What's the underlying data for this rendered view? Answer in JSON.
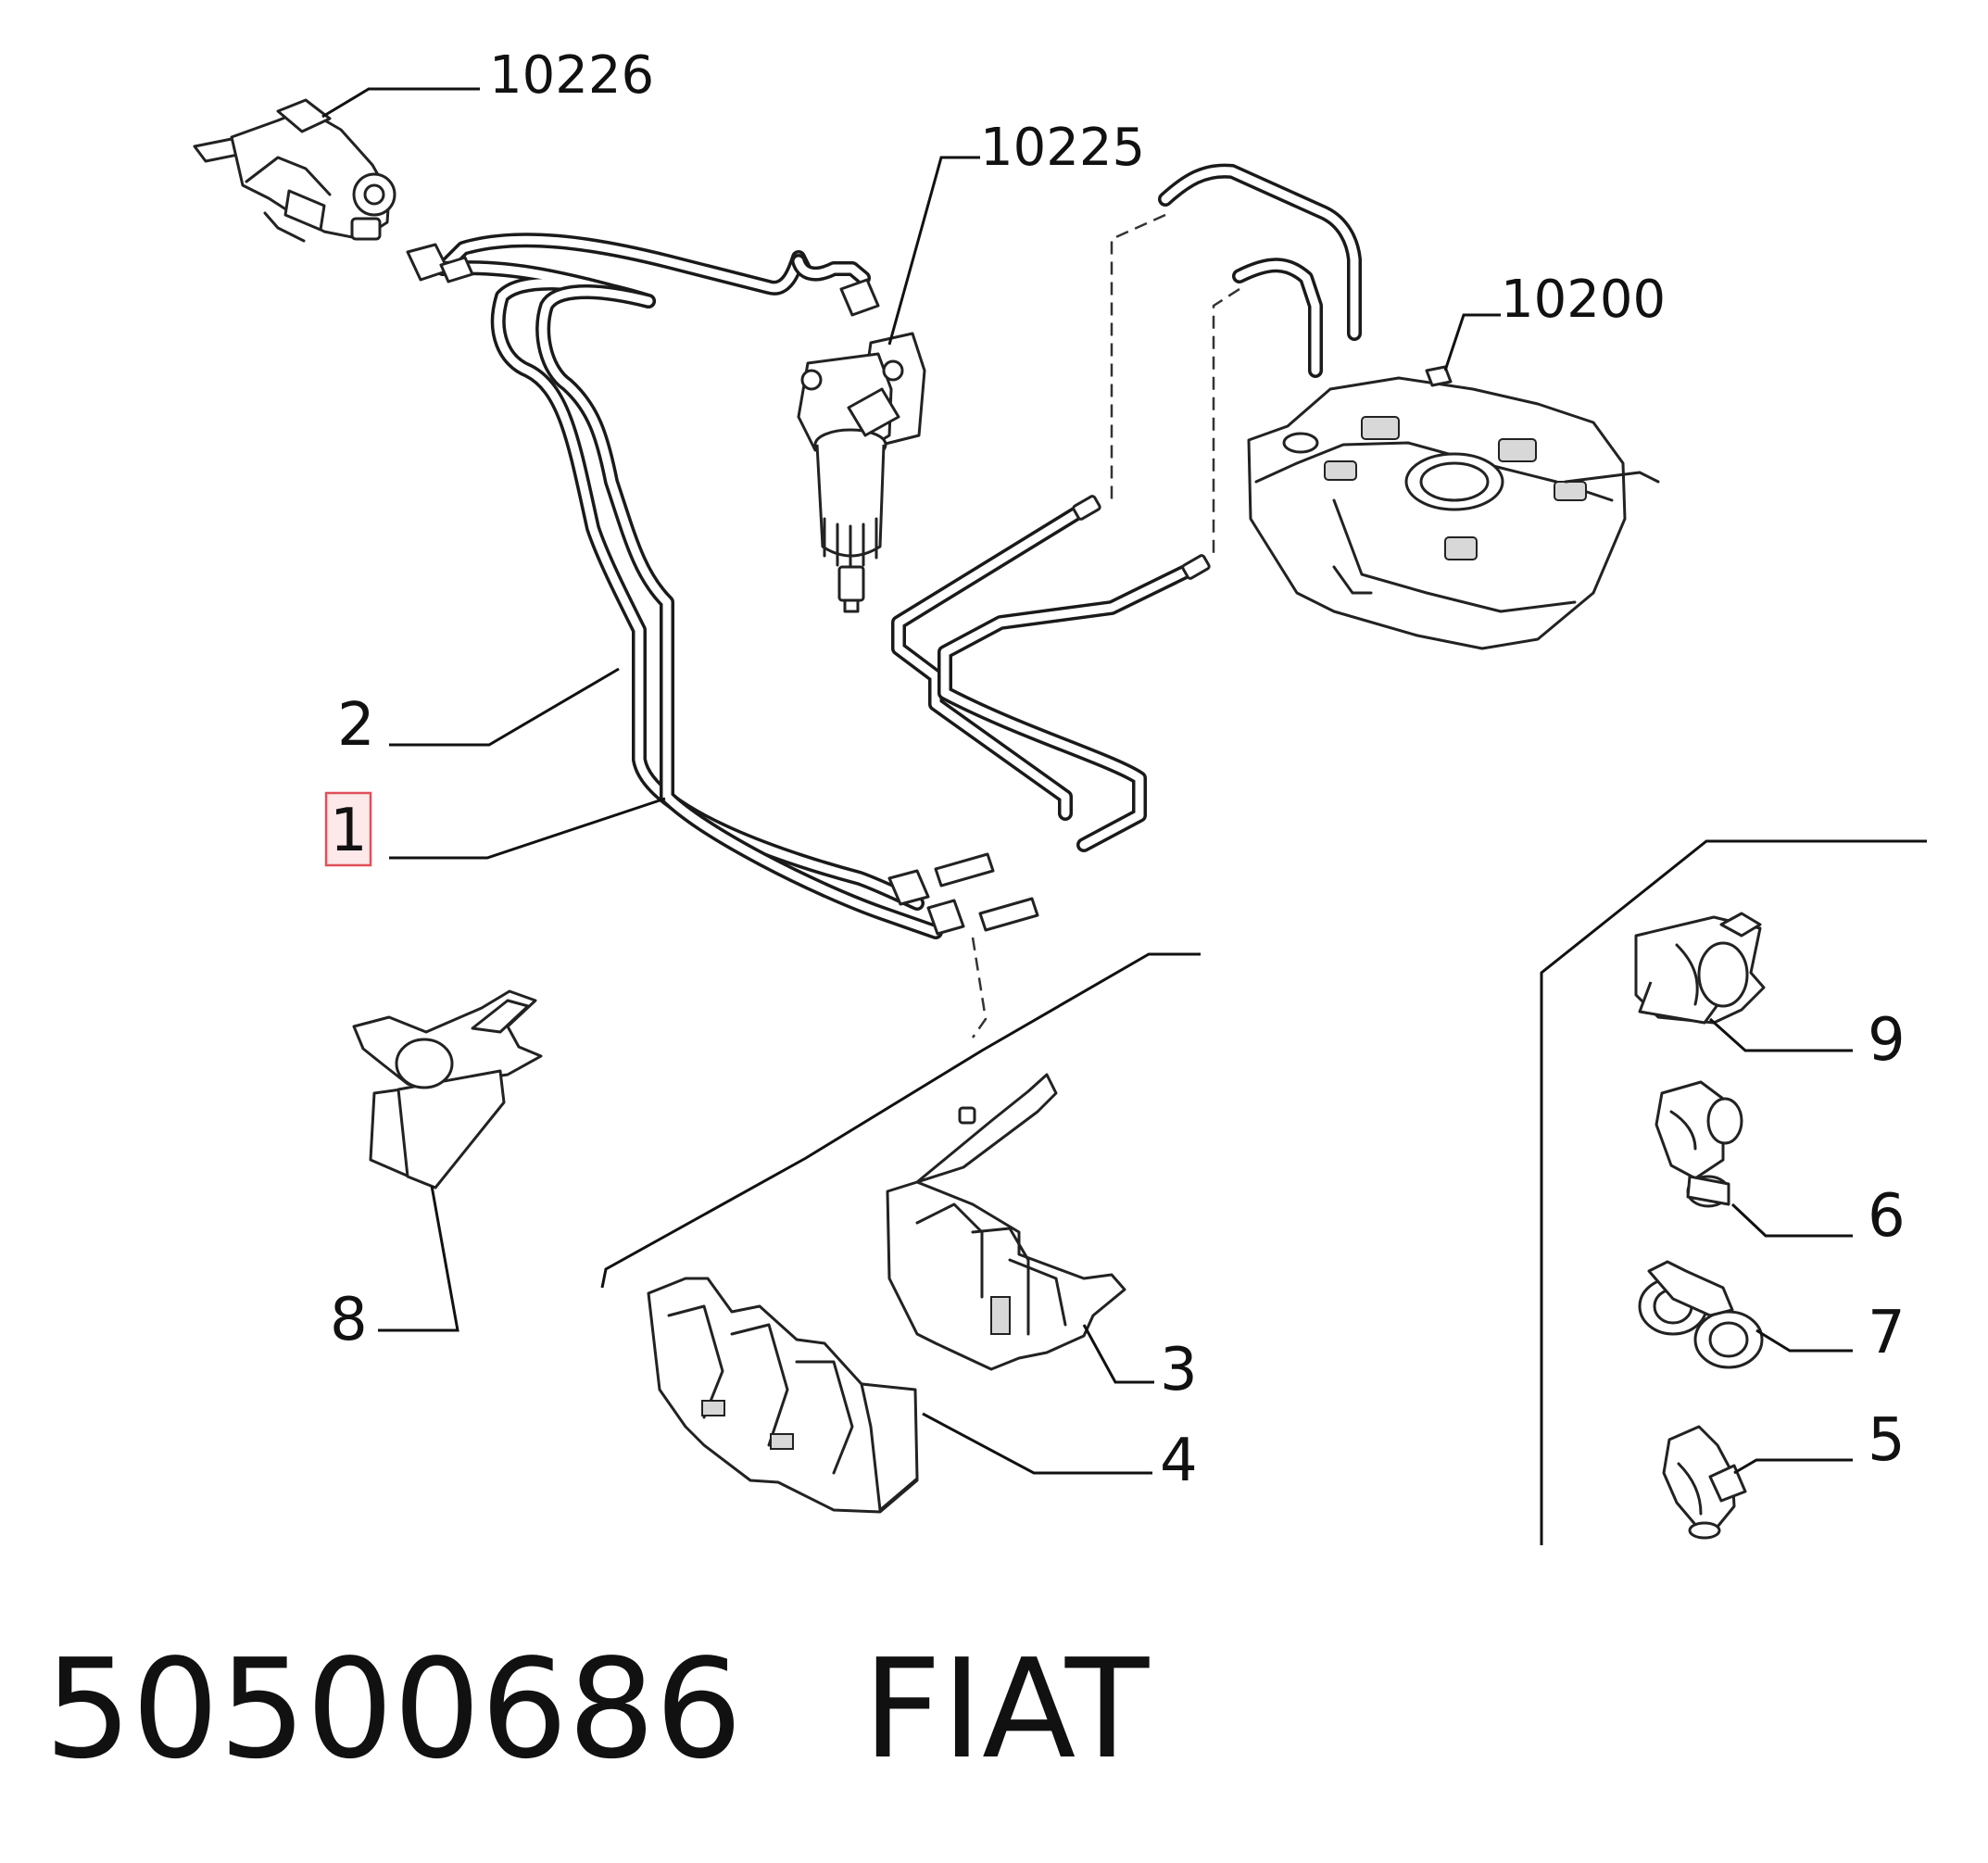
{
  "callouts": {
    "c10226": "10226",
    "c10225": "10225",
    "c10200": "10200",
    "c2": "2",
    "c1": "1",
    "c8": "8",
    "c3": "3",
    "c4": "4",
    "c9": "9",
    "c6": "6",
    "c7": "7",
    "c5": "5"
  },
  "highlighted_callout": "1",
  "footer": {
    "part_number": "50500686",
    "brand": "FIAT"
  }
}
